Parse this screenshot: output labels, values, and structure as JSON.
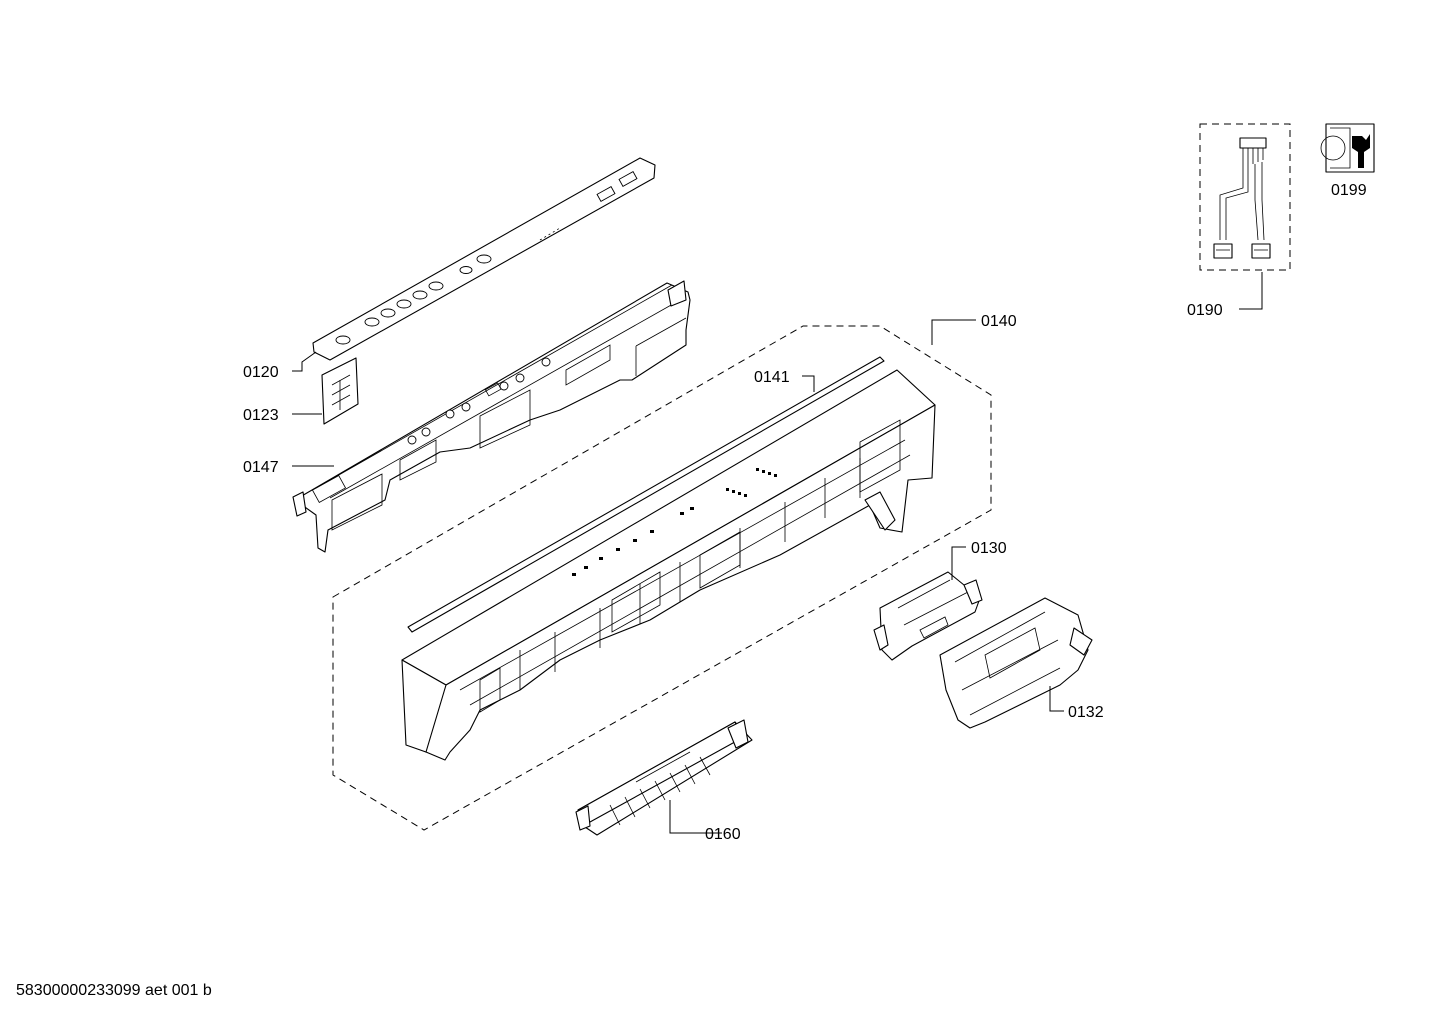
{
  "diagram": {
    "labels": {
      "p0120": "0120",
      "p0123": "0123",
      "p0147": "0147",
      "p0140": "0140",
      "p0141": "0141",
      "p0130": "0130",
      "p0132": "0132",
      "p0160": "0160",
      "p0190": "0190",
      "p0199": "0199"
    }
  },
  "footer": {
    "doc_id": "58300000233099 aet 001 b"
  },
  "icons": {
    "service": "wrench-icon"
  }
}
